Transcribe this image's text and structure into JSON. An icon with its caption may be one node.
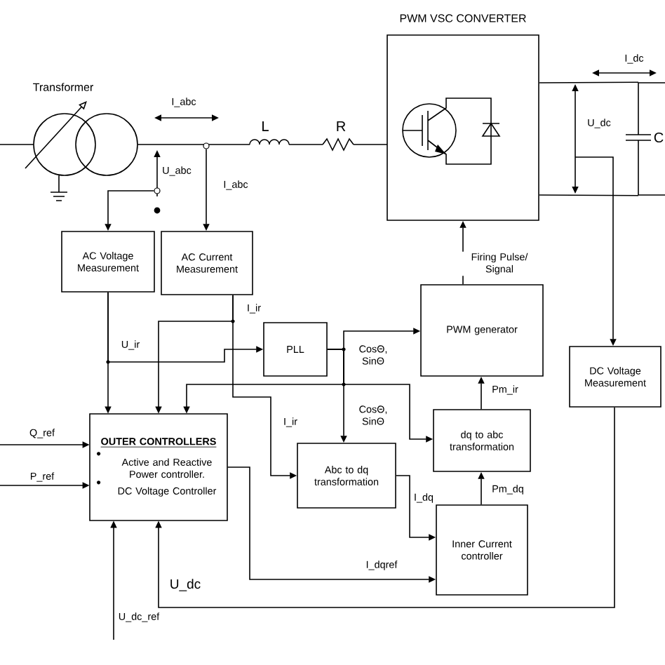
{
  "diagram": {
    "nodes": [
      {
        "text": [
          "PWM VSC CONVERTER"
        ]
      },
      {
        "text": [
          "AC Voltage Measurement"
        ]
      },
      {
        "text": [
          "AC Current Measurement"
        ]
      },
      {
        "text": [
          "PLL"
        ]
      },
      {
        "text": [
          "PWM generator"
        ]
      },
      {
        "text": [
          "DC Voltage Measurement"
        ]
      },
      {
        "text": [
          "OUTER CONTROLLERS",
          "Active and Reactive Power controller.",
          "DC Voltage Controller"
        ]
      },
      {
        "text": [
          "dq to abc transformation"
        ]
      },
      {
        "text": [
          "Abc to dq transformation"
        ]
      },
      {
        "text": [
          "Inner Current controller"
        ]
      },
      {
        "text": [],
        "shape": "circle"
      },
      {
        "text": [],
        "shape": "circle"
      },
      {
        "text": [],
        "shape": "capacitor",
        "beside": [
          "C"
        ]
      }
    ],
    "edges": [
      {
        "from": 10,
        "to": 1,
        "arrow": "to"
      },
      {
        "from": 11,
        "to": 2,
        "arrow": "to"
      },
      {
        "from": 4,
        "to": 0,
        "arrow": "to",
        "label": "Firing Pulse/ Signal"
      },
      {
        "from": null,
        "to": 5,
        "arrow": "to"
      },
      {
        "from": 1,
        "to": 6,
        "arrow": "to",
        "label": "U_ir"
      },
      {
        "from": 1,
        "to": 3,
        "arrow": "to"
      },
      {
        "from": 2,
        "to": 6,
        "arrow": "to",
        "label": "I_ir"
      },
      {
        "from": 2,
        "to": 8,
        "arrow": "to",
        "label": "I_ir"
      },
      {
        "from": 3,
        "to": 4,
        "arrow": "to",
        "label": "CosΘ, SinΘ"
      },
      {
        "from": 3,
        "to": 8,
        "arrow": "to",
        "label": "CosΘ, SinΘ"
      },
      {
        "from": 3,
        "to": 7,
        "arrow": "to"
      },
      {
        "from": 3,
        "to": 6,
        "arrow": "to"
      },
      {
        "from": 7,
        "to": 4,
        "arrow": "to",
        "label": "Pm_ir"
      },
      {
        "from": 9,
        "to": 7,
        "arrow": "to",
        "label": "Pm_dq"
      },
      {
        "from": 8,
        "to": 9,
        "arrow": "to",
        "label": "I_dq"
      },
      {
        "from": 6,
        "to": 9,
        "arrow": "to",
        "label": "I_dqref"
      },
      {
        "from": 5,
        "to": 6,
        "arrow": "to",
        "label": "U_dc"
      },
      {
        "from": null,
        "to": 6,
        "arrow": "to",
        "label": "Q_ref"
      },
      {
        "from": null,
        "to": 6,
        "arrow": "to",
        "label": "P_ref"
      },
      {
        "from": null,
        "to": 6,
        "arrow": "to",
        "label": "U_dc_ref"
      },
      {
        "from": 0,
        "to": 12,
        "arrow": "none"
      },
      {
        "from": 0,
        "to": 12,
        "arrow": "none"
      }
    ],
    "labels": [
      "Transformer",
      "I_abc",
      "U_abc",
      "I_abc",
      "L",
      "R",
      "I_dc",
      "U_dc"
    ]
  }
}
